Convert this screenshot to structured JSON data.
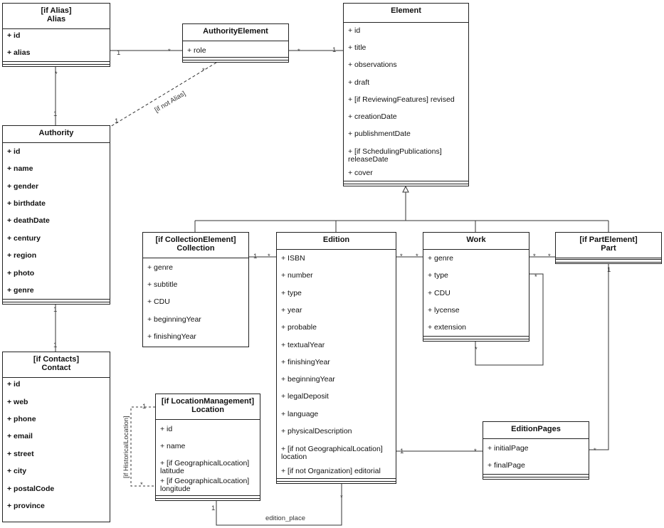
{
  "classes": {
    "alias": {
      "title": [
        "[if Alias]",
        "Alias"
      ],
      "attrs": [
        "+ id",
        "+ alias"
      ]
    },
    "authority_element": {
      "title": [
        "AuthorityElement"
      ],
      "attrs": [
        "+ role"
      ]
    },
    "element": {
      "title": [
        "Element"
      ],
      "attrs": [
        "+ id",
        "+ title",
        "+ observations",
        "+ draft",
        "+ [if ReviewingFeatures] revised",
        "+ creationDate",
        "+ publishmentDate",
        "+ [if SchedulingPublications]|releaseDate",
        "+ cover"
      ]
    },
    "authority": {
      "title": [
        "Authority"
      ],
      "attrs": [
        "+ id",
        "+ name",
        "+ gender",
        "+ birthdate",
        "+ deathDate",
        "+ century",
        "+ region",
        "+ photo",
        "+ genre"
      ]
    },
    "contact": {
      "title": [
        "[if Contacts]",
        "Contact"
      ],
      "attrs": [
        "+ id",
        "+ web",
        "+ phone",
        "+ email",
        "+ street",
        "+ city",
        "+ postalCode",
        "+ province"
      ]
    },
    "collection": {
      "title": [
        "[if CollectionElement]",
        "Collection"
      ],
      "attrs": [
        "+ genre",
        "+ subtitle",
        "+ CDU",
        "+ beginningYear",
        "+ finishingYear"
      ]
    },
    "edition": {
      "title": [
        "Edition"
      ],
      "attrs": [
        "+ ISBN",
        "+ number",
        "+ type",
        "+ year",
        "+ probable",
        "+ textualYear",
        "+ finishingYear",
        "+ beginningYear",
        "+ legalDeposit",
        "+ language",
        "+ physicalDescription",
        "+ [if not GeographicalLocation]|location",
        "+ [if not Organization] editorial"
      ]
    },
    "work": {
      "title": [
        "Work"
      ],
      "attrs": [
        "+ genre",
        "+ type",
        "+ CDU",
        "+ lycense",
        "+ extension"
      ]
    },
    "part": {
      "title": [
        "[if PartElement]",
        "Part"
      ],
      "attrs": []
    },
    "location": {
      "title": [
        "[if LocationManagement]",
        "Location"
      ],
      "attrs": [
        "+ id",
        "+ name",
        "+ [if GeographicalLocation]|latitude",
        "+ [if GeographicalLocation]|longitude"
      ]
    },
    "edition_pages": {
      "title": [
        "EditionPages"
      ],
      "attrs": [
        "+ initialPage",
        "+ finalPage"
      ]
    }
  },
  "labels": {
    "one": "1",
    "many": "*",
    "if_not_alias": "[if not Alias]",
    "if_historical_location": "[if HistoricalLocation]",
    "edition_place": "edition_place"
  }
}
